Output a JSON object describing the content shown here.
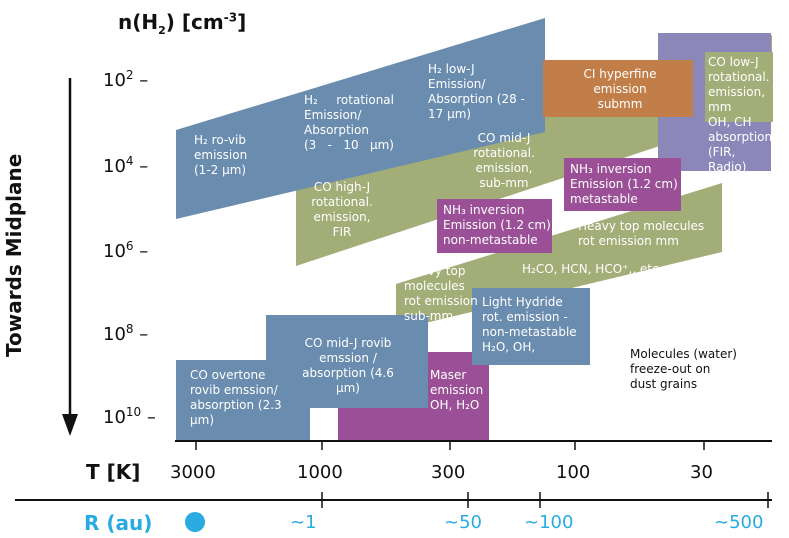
{
  "axes": {
    "y_title_base": "n(H",
    "y_title_sub": "2",
    "y_title_unit": ") [cm",
    "y_title_exp": "-3",
    "y_title_end": "]",
    "side_label": "Towards Midplane",
    "y_ticks": [
      {
        "base": "10",
        "exp": "2"
      },
      {
        "base": "10",
        "exp": "4"
      },
      {
        "base": "10",
        "exp": "6"
      },
      {
        "base": "10",
        "exp": "8"
      },
      {
        "base": "10",
        "exp": "10"
      }
    ],
    "t_title": "T [K]",
    "t_ticks": [
      "3000",
      "1000",
      "300",
      "100",
      "30"
    ],
    "r_title": "R (au)",
    "r_ticks": [
      "~1",
      "~50",
      "~100",
      "~500"
    ]
  },
  "colors": {
    "blue": "#6a8caf",
    "green": "#a2ad78",
    "purple": "#9a4f96",
    "orange": "#c17e48",
    "lavender": "#8b87b8",
    "cyan": "#29abe2"
  },
  "regions": {
    "h2_rovib": "H₂ ro-vib\nemission\n(1-2  μm)",
    "h2_rot": "H₂ rotational\nEmission/\nAbsorption\n(3 - 10 μm)",
    "h2_lowj": "H₂ low-J\nEmission/\nAbsorption (28 -\n17 μm)",
    "ci": "CI   hyperfine\nemission\nsubmm",
    "co_lowj": "CO low-J\nrotational.\nemission,\nmm\nOH, CH\nabsorption\n(FIR, Radio)",
    "co_midj": "CO   mid-J\nrotational.\nemission,\nsub-mm",
    "co_highj": "CO  high-J\nrotational.\nemission,\nFIR",
    "nh3_meta": "NH₃ inversion\nEmission (1.2 cm)\nmetastable",
    "nh3_nonmeta": "NH₃ inversion\nEmission (1.2 cm)\nnon-metastable",
    "heavy_mm": "Heavy  top  molecules\nrot emission mm",
    "h2co": "H₂CO, HCN, HCO⁺,, etc",
    "heavy_submm": "Heavy top\nmolecules\nrot emission\nsub-mm",
    "light_hydride": "Light     Hydride\nrot.   emission   -\nnon-metastable\nH₂O, OH,",
    "co_midj_rovib": "CO mid-J rovib\nemssion /\nabsorption (4.6\nμm)",
    "co_overtone": "CO      overtone\nrovib   emssion/\nabsorption  (2.3\nμm)",
    "maser": "Maser\nemission\nOH, H₂O",
    "freezeout": "Molecules (water)\nfreeze-out       on\ndust grains"
  }
}
